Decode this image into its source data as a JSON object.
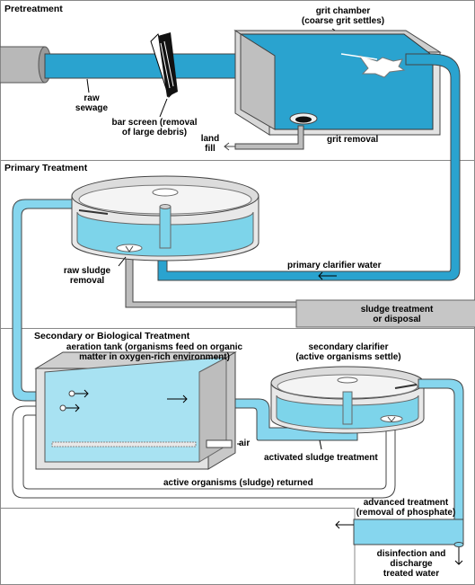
{
  "sections": {
    "pretreatment": "Pretreatment",
    "primary": "Primary Treatment",
    "secondary": "Secondary or Biological Treatment"
  },
  "labels": {
    "grit_chamber": [
      "grit chamber",
      "(coarse grit settles)"
    ],
    "raw_sewage": [
      "raw",
      "sewage"
    ],
    "bar_screen": [
      "bar screen (removal",
      "of large debris)"
    ],
    "grit_removal": "grit removal",
    "land_fill": [
      "land",
      "fill"
    ],
    "raw_sludge_removal": [
      "raw sludge",
      "removal"
    ],
    "primary_clarifier_water": "primary clarifier water",
    "sludge_treatment": [
      "sludge treatment",
      "or disposal"
    ],
    "aeration_tank": [
      "aeration tank (organisms feed on organic",
      "matter in oxygen-rich environment)"
    ],
    "secondary_clarifier": [
      "secondary clarifier",
      "(active organisms settle)"
    ],
    "air": "air",
    "activated_sludge_treatment": "activated sludge treatment",
    "active_organisms_returned": "active organisms (sludge) returned",
    "advanced_treatment": [
      "advanced treatment",
      "(removal of phosphate)"
    ],
    "disinfection": [
      "disinfection and",
      "discharge",
      "treated water"
    ]
  },
  "colors": {
    "water_dark": "#2aa3cf",
    "water_light": "#7dd4ea",
    "pipe_light": "#86d6ee",
    "tank_wall": "#d8d8d8",
    "sludge_gray": "#bdbdbd",
    "band_gray": "#c6c6c6"
  }
}
